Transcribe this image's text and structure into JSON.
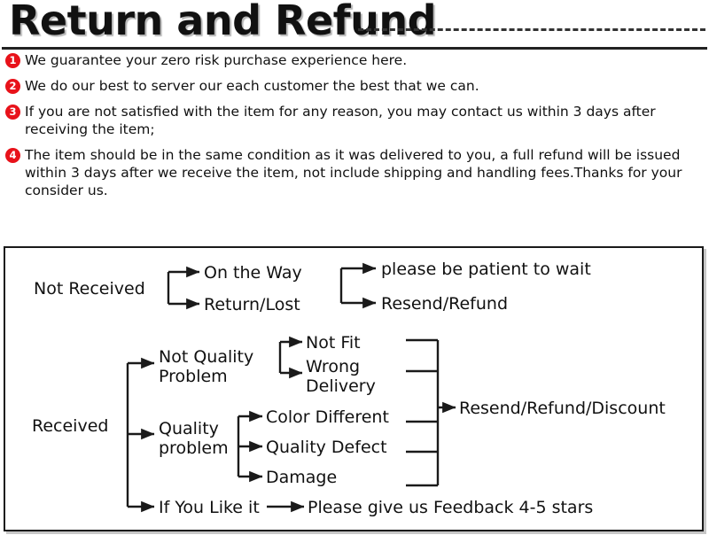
{
  "header": {
    "title": "Return and Refund",
    "dash_rule": "dashed-line",
    "accent_color": "#e8121a"
  },
  "policy": {
    "items": [
      {
        "number": "1",
        "text": "We guarantee your zero risk purchase experience here."
      },
      {
        "number": "2",
        "text": "We do our best to server our each customer the best that we can."
      },
      {
        "number": "3",
        "text": "If you are not satisfied with the item for any reason, you may contact us within 3 days after receiving the item;"
      },
      {
        "number": "4",
        "text": "The item should be in the same condition as it was delivered to you, a full refund will be issued within 3 days after we receive the item, not include shipping and handling fees.Thanks for your consider us."
      }
    ]
  },
  "diagram": {
    "nodes": {
      "not_received": "Not Received",
      "on_the_way": "On the Way",
      "return_lost": "Return/Lost",
      "please_wait": "please be patient to wait",
      "resend_refund": "Resend/Refund",
      "received": "Received",
      "not_quality_problem_line1": "Not Quality",
      "not_quality_problem_line2": "Problem",
      "not_fit": "Not Fit",
      "wrong_delivery_line1": "Wrong",
      "wrong_delivery_line2": "Delivery",
      "quality_problem_line1": "Quality",
      "quality_problem_line2": "problem",
      "color_different": "Color Different",
      "quality_defect": "Quality Defect",
      "damage": "Damage",
      "resend_refund_discount": "Resend/Refund/Discount",
      "if_you_like_it": "If You Like it",
      "feedback": "Please give us Feedback 4-5 stars"
    }
  }
}
